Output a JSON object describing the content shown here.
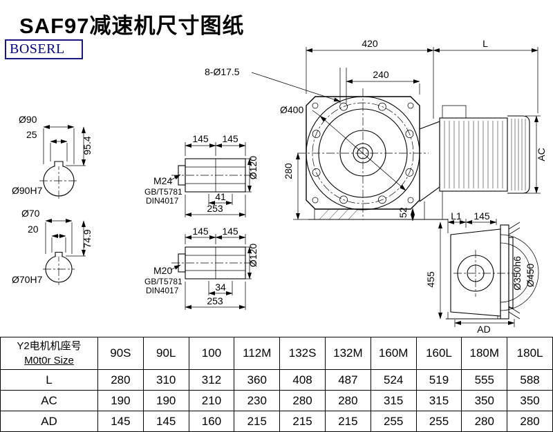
{
  "page": {
    "title": "SAF97减速机尺寸图纸",
    "logo": "BOSERL"
  },
  "sectionA": {
    "dia": "Ø90",
    "key": "25",
    "height": "95.4",
    "bore": "Ø90H7"
  },
  "sectionB": {
    "dia": "Ø70",
    "key": "20",
    "height": "74.9",
    "bore": "Ø70H7"
  },
  "hubTop": {
    "len1": "145",
    "len2": "145",
    "dia": "Ø120",
    "thread": "M24",
    "std1": "GB/T5781",
    "std2": "DIN4017",
    "depth": "41",
    "total": "253"
  },
  "hubBottom": {
    "len1": "145",
    "len2": "145",
    "dia": "Ø120",
    "thread": "M20",
    "std1": "GB/T5781",
    "std2": "DIN4017",
    "depth": "34",
    "total": "253"
  },
  "front": {
    "top_width": "420",
    "length": "L",
    "bolt_holes": "8-Ø17.5",
    "inner_width": "240",
    "flange_dia": "Ø400",
    "center_height": "280",
    "base": "52",
    "motor_height": "AC"
  },
  "side": {
    "l1": "L1",
    "width": "145",
    "height": "455",
    "spigot_dia": "Ø350h6",
    "flange_dia": "Ø450",
    "ad": "AD"
  },
  "table": {
    "header_cn": "Y2电机机座号",
    "header_en": "M0t0r Size",
    "columns": [
      "90S",
      "90L",
      "100",
      "112M",
      "132S",
      "132M",
      "160M",
      "160L",
      "180M",
      "180L"
    ],
    "rows": [
      {
        "label": "L",
        "values": [
          "280",
          "310",
          "312",
          "360",
          "408",
          "487",
          "524",
          "519",
          "555",
          "588"
        ]
      },
      {
        "label": "AC",
        "values": [
          "190",
          "190",
          "210",
          "230",
          "280",
          "280",
          "315",
          "315",
          "350",
          "350"
        ]
      },
      {
        "label": "AD",
        "values": [
          "145",
          "145",
          "160",
          "215",
          "215",
          "215",
          "255",
          "255",
          "280",
          "280"
        ]
      }
    ]
  }
}
